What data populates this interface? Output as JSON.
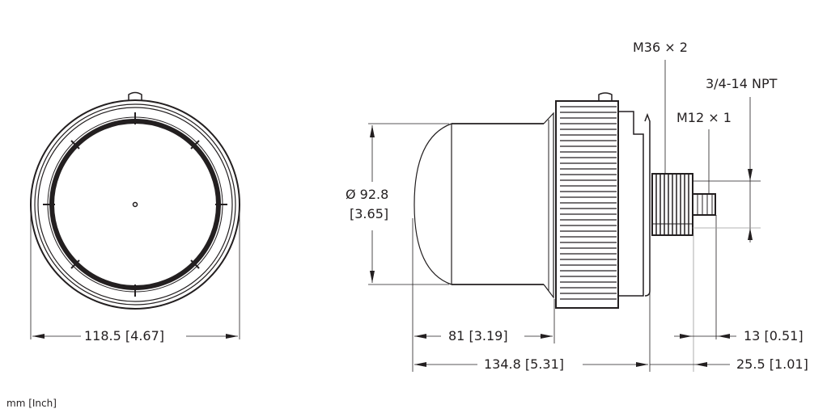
{
  "drawing": {
    "units_note": "mm [Inch]",
    "front_view": {
      "width_label": "118.5 [4.67]"
    },
    "side_view": {
      "diameter_label_mm": "Ø 92.8",
      "diameter_label_in": "[3.65]",
      "body_length_label": "81 [3.19]",
      "overall_length_label": "134.8 [5.31]",
      "connector_length_label": "13 [0.51]",
      "thread_length_label": "25.5 [1.01]",
      "thread_m36": "M36 × 2",
      "thread_npt": "3/4-14 NPT",
      "thread_m12": "M12 × 1"
    },
    "colors": {
      "line": "#231f20",
      "background": "#ffffff"
    }
  }
}
